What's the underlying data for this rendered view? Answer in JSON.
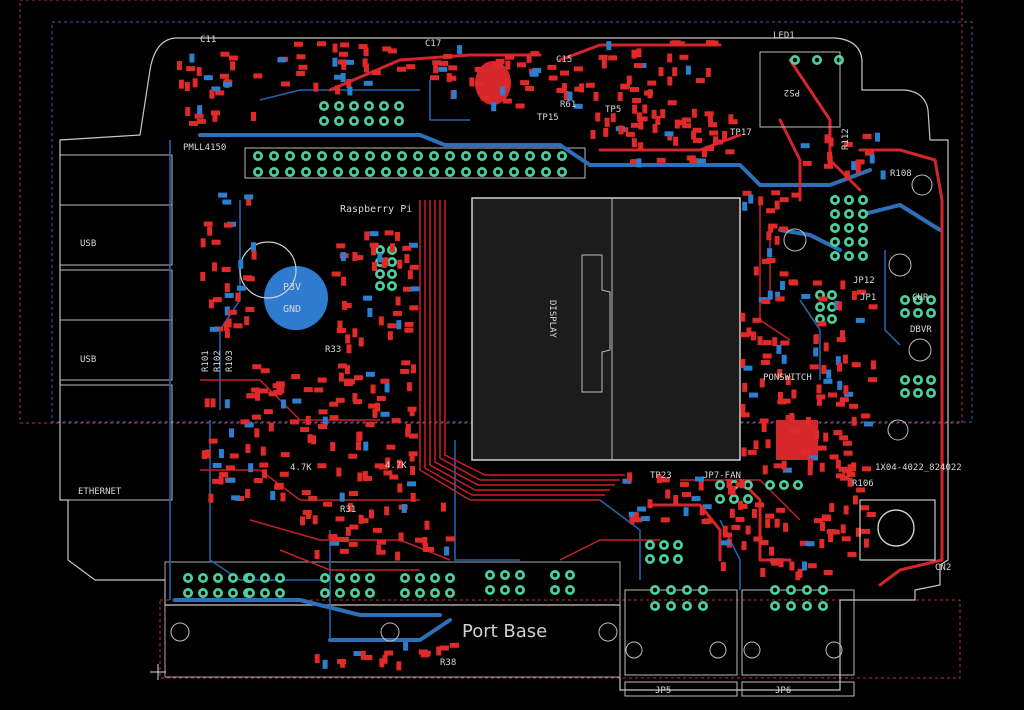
{
  "labels": {
    "port_base": "Port Base",
    "ethernet": "ETHERNET",
    "usb_top": "USB",
    "usb_bottom": "USB",
    "display": "DISPLAY",
    "raspberry": "Raspberry Pi",
    "p3v": "P3V",
    "gnd": "GND",
    "led1": "LED1",
    "ps2": "PS2",
    "jp5": "JP5",
    "jp6": "JP6",
    "cn2": "CN2",
    "r108": "R108",
    "r106": "R106",
    "r31": "R31",
    "r33": "R33",
    "r38": "R38",
    "c11": "C11",
    "c15": "C15",
    "c17": "C17",
    "r61": "R61",
    "tp5": "TP5",
    "tp15": "TP15",
    "tp17": "TP17",
    "jp12": "JP12",
    "jp1": "JP1",
    "jp7_fan": "JP7-FAN",
    "tp23": "TP23",
    "ponswitch": "PONSWITCH",
    "pmll4150": "PMLL4150",
    "conn_code": "1X04-4022_824022",
    "r101": "R101",
    "r102": "R102",
    "r103": "R103",
    "volt": "4.7K",
    "cur": "CUR",
    "dbvr": "DBVR",
    "r112": "R112"
  }
}
